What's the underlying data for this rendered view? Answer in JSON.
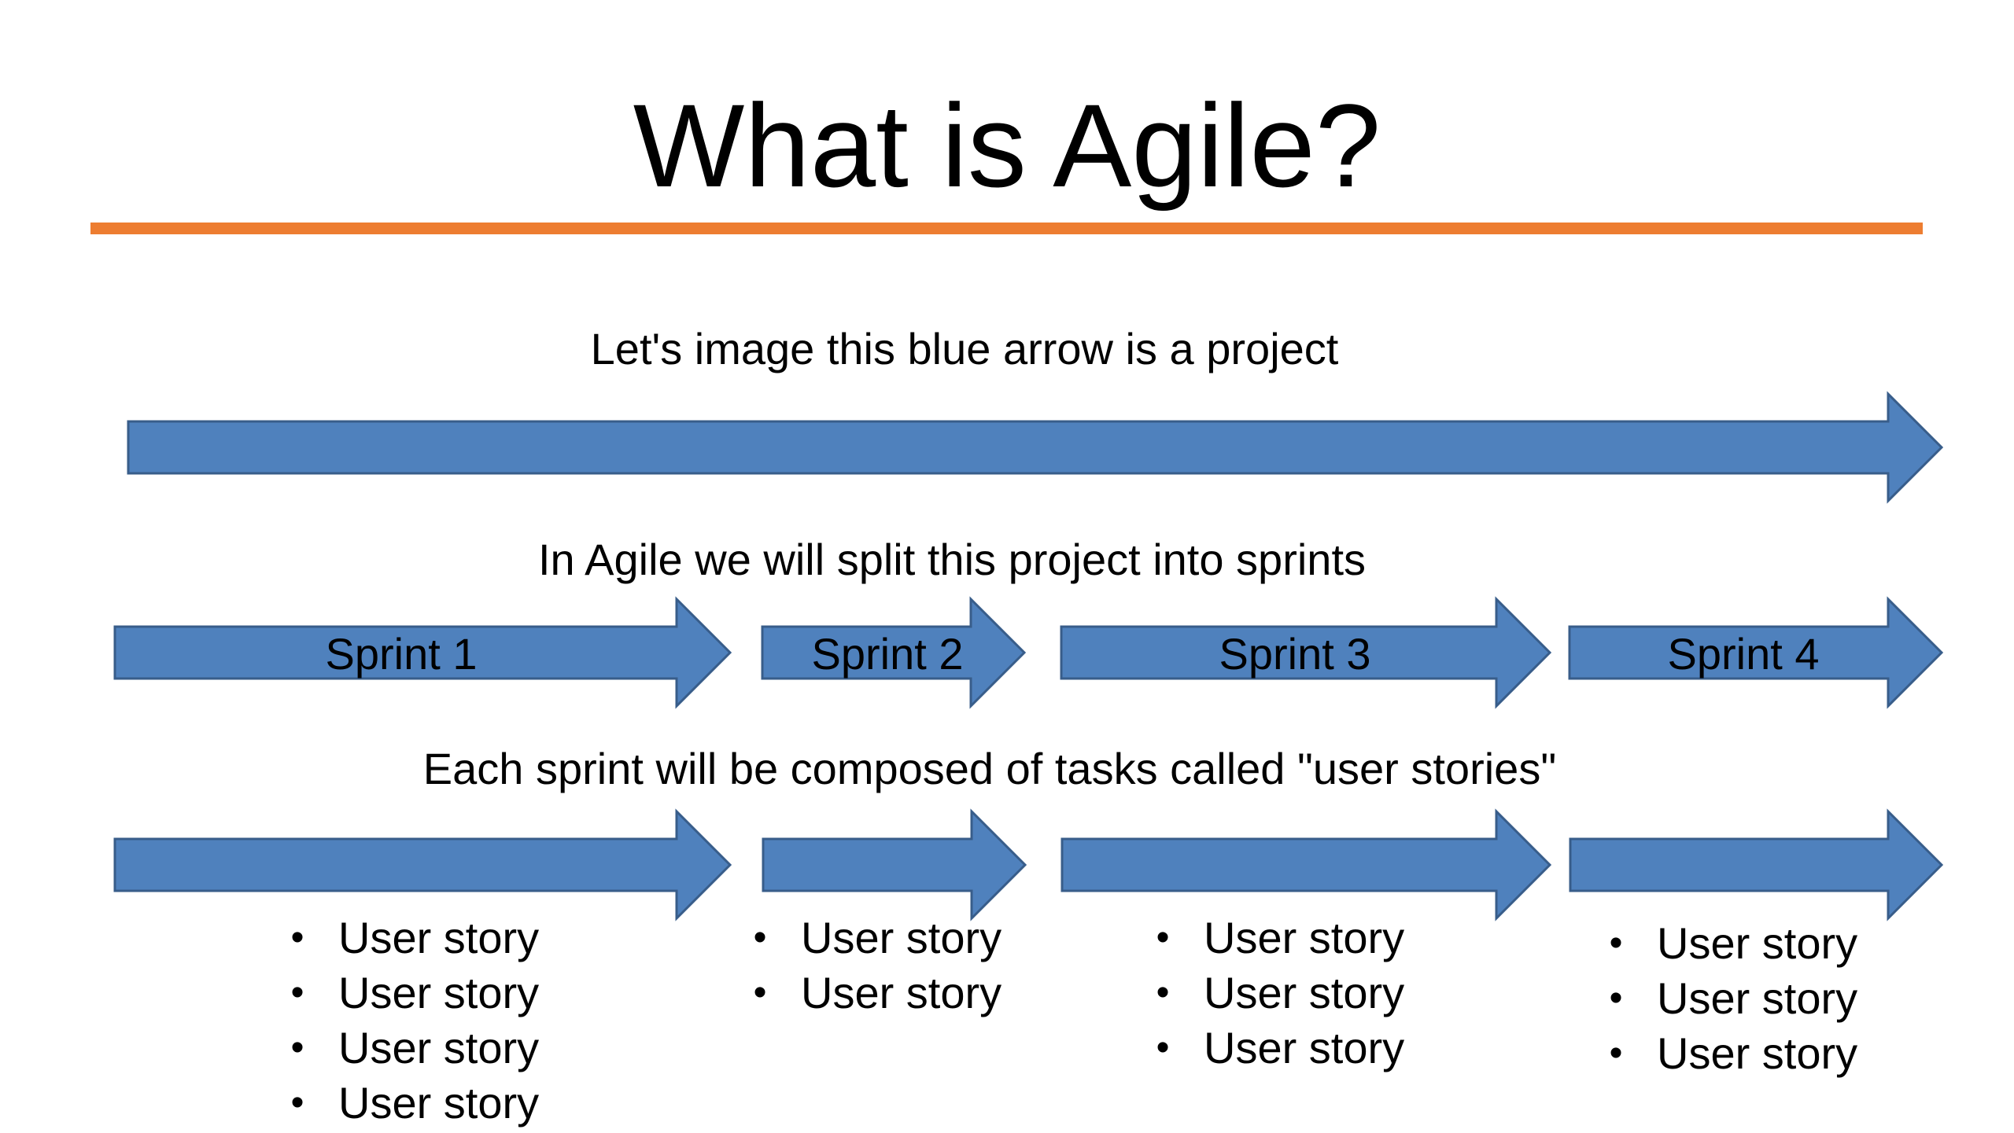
{
  "slide": {
    "title": "What is Agile?",
    "accent_color": "#ED7D31",
    "arrow_fill": "#4F81BD",
    "arrow_stroke": "#385D8A",
    "captions": {
      "project": "Let's image this blue arrow is a project",
      "sprints": "In Agile we will split this project into sprints",
      "stories": "Each sprint will be composed of tasks called \"user stories\""
    },
    "bullet_glyph": "•",
    "sprints": [
      {
        "label": "Sprint 1",
        "story_count": 4,
        "stories": [
          "User story",
          "User story",
          "User story",
          "User story"
        ]
      },
      {
        "label": "Sprint 2",
        "story_count": 2,
        "stories": [
          "User story",
          "User story"
        ]
      },
      {
        "label": "Sprint 3",
        "story_count": 3,
        "stories": [
          "User story",
          "User story",
          "User story"
        ]
      },
      {
        "label": "Sprint 4",
        "story_count": 3,
        "stories": [
          "User story",
          "User story",
          "User story"
        ]
      }
    ]
  }
}
